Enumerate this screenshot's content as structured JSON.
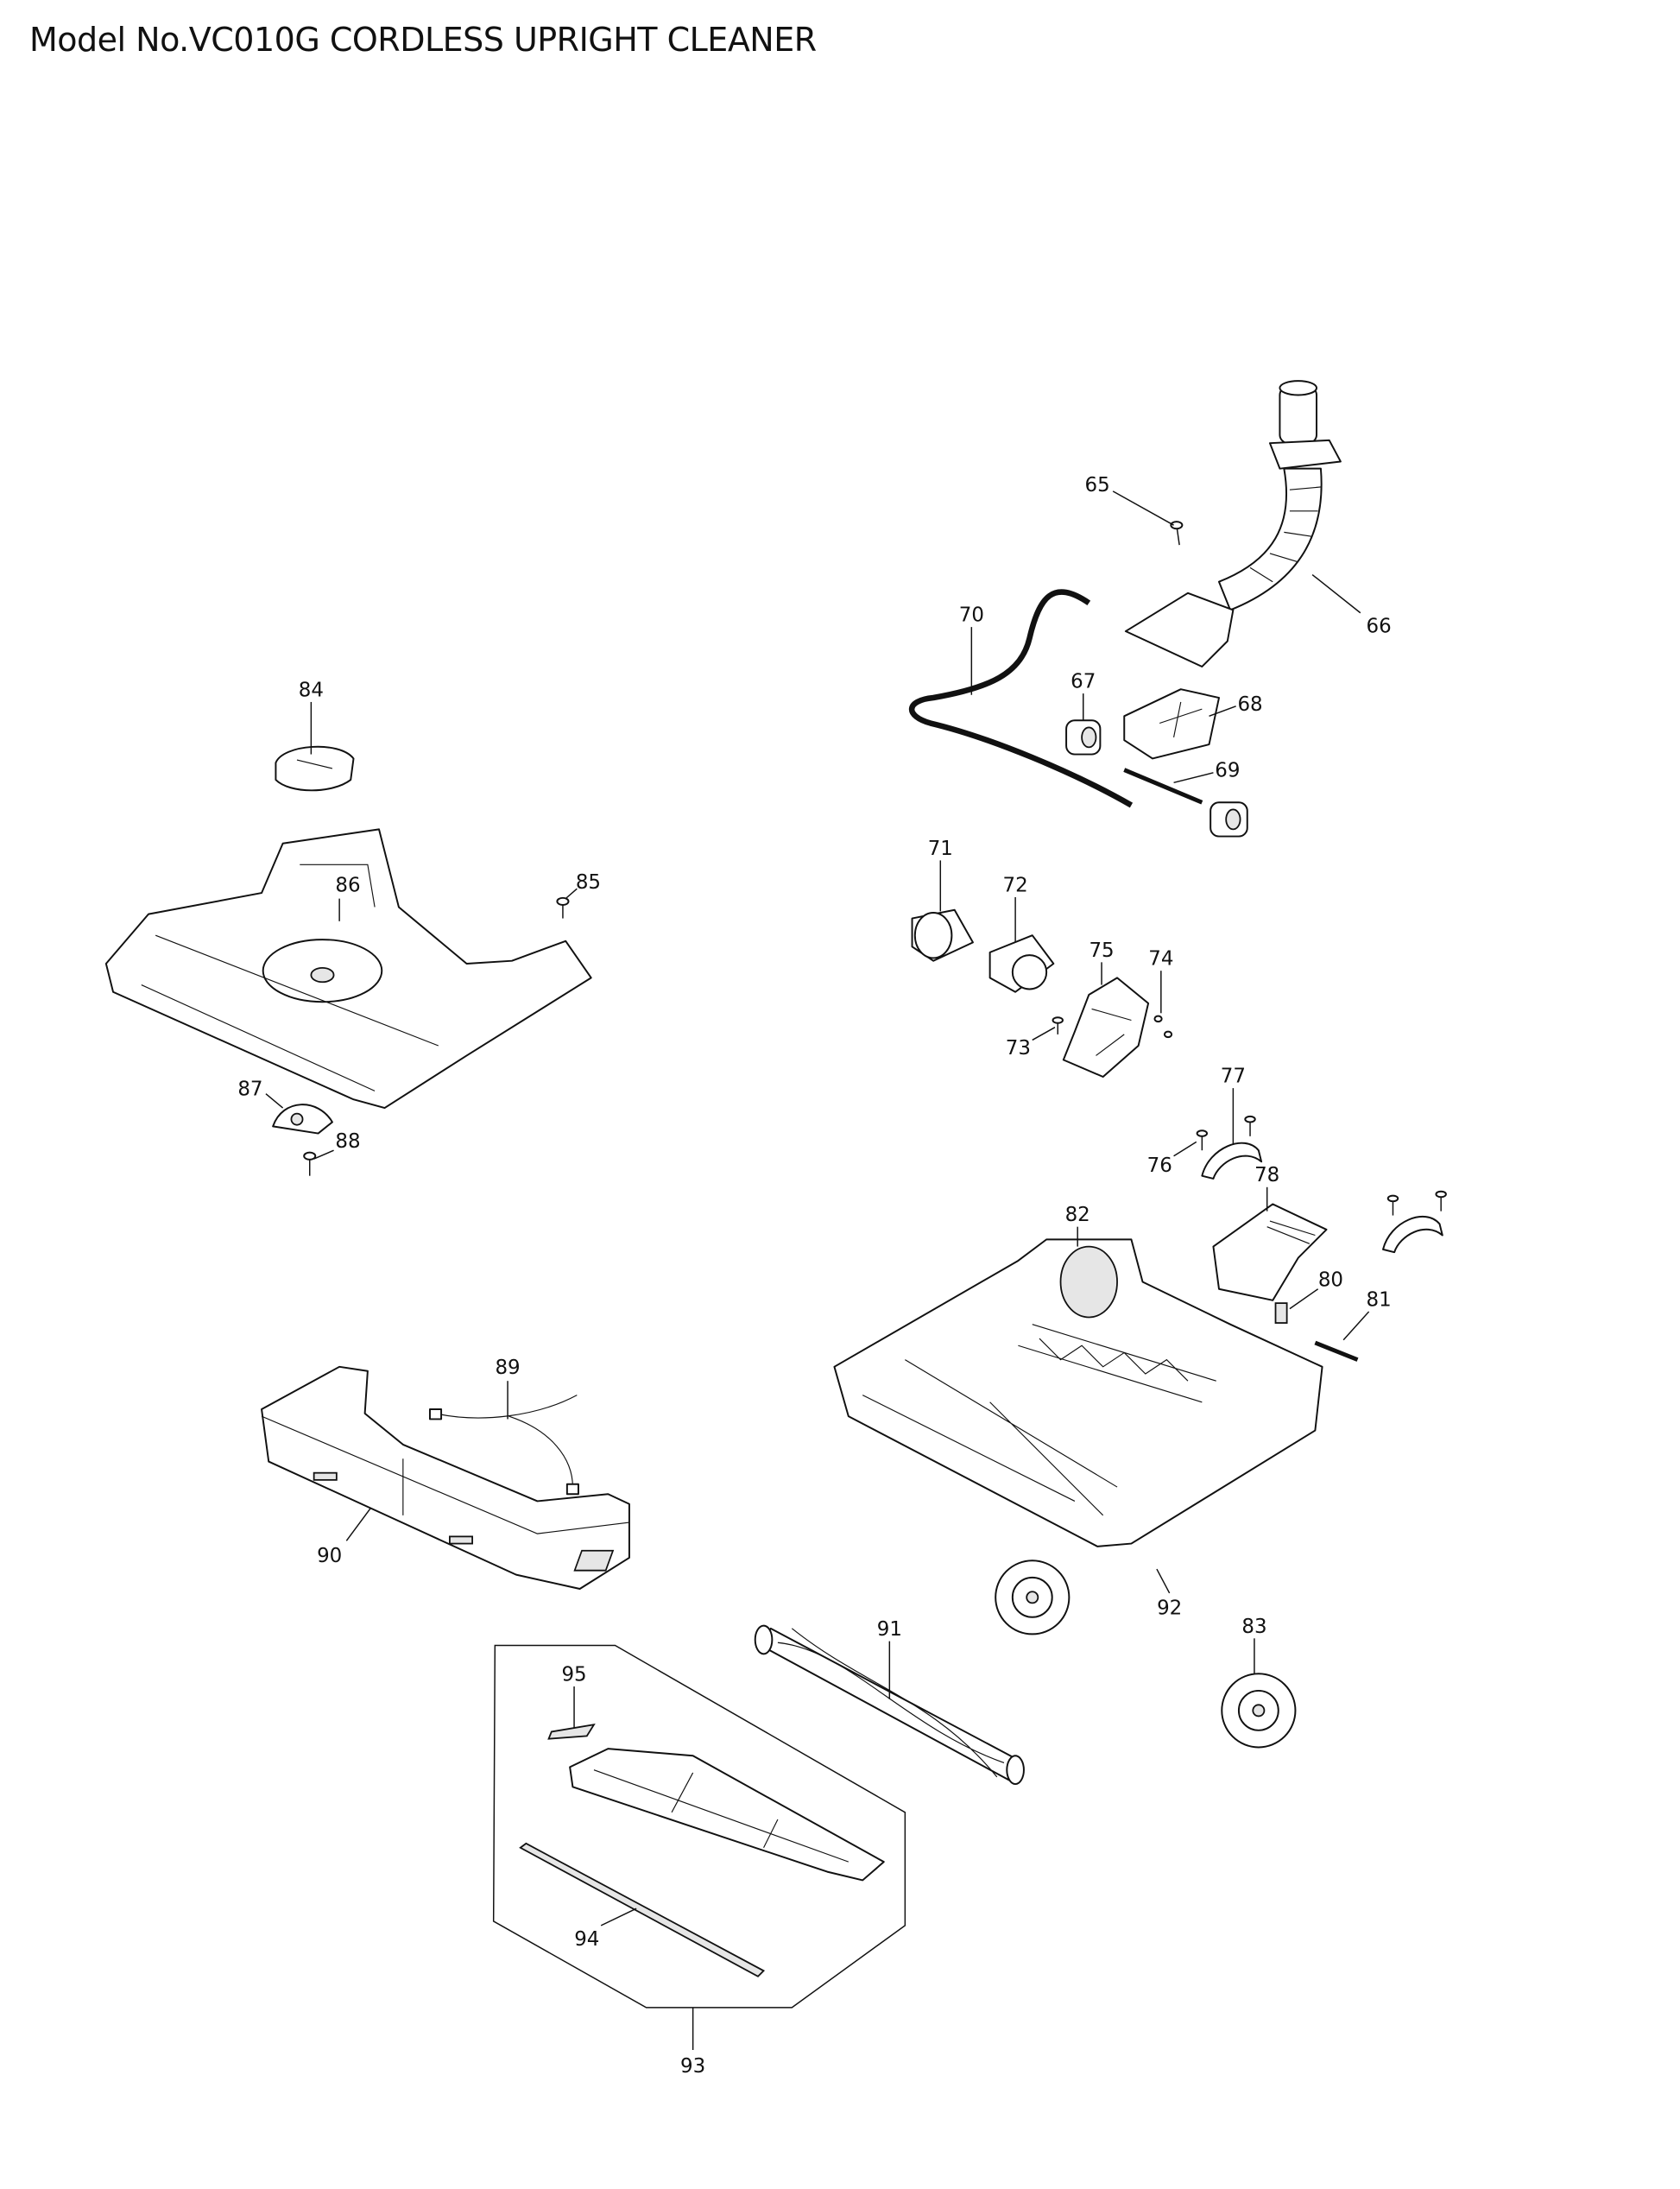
{
  "title": "Model No.VC010G CORDLESS UPRIGHT CLEANER",
  "parts": {
    "p65": "65",
    "p66": "66",
    "p67": "67",
    "p68": "68",
    "p69": "69",
    "p70": "70",
    "p71": "71",
    "p72": "72",
    "p73": "73",
    "p74": "74",
    "p75": "75",
    "p76": "76",
    "p77": "77",
    "p78": "78",
    "p80": "80",
    "p81": "81",
    "p82": "82",
    "p83": "83",
    "p84": "84",
    "p85": "85",
    "p86": "86",
    "p87": "87",
    "p88": "88",
    "p89": "89",
    "p90": "90",
    "p91": "91",
    "p92": "92",
    "p93": "93",
    "p94": "94",
    "p95": "95"
  }
}
